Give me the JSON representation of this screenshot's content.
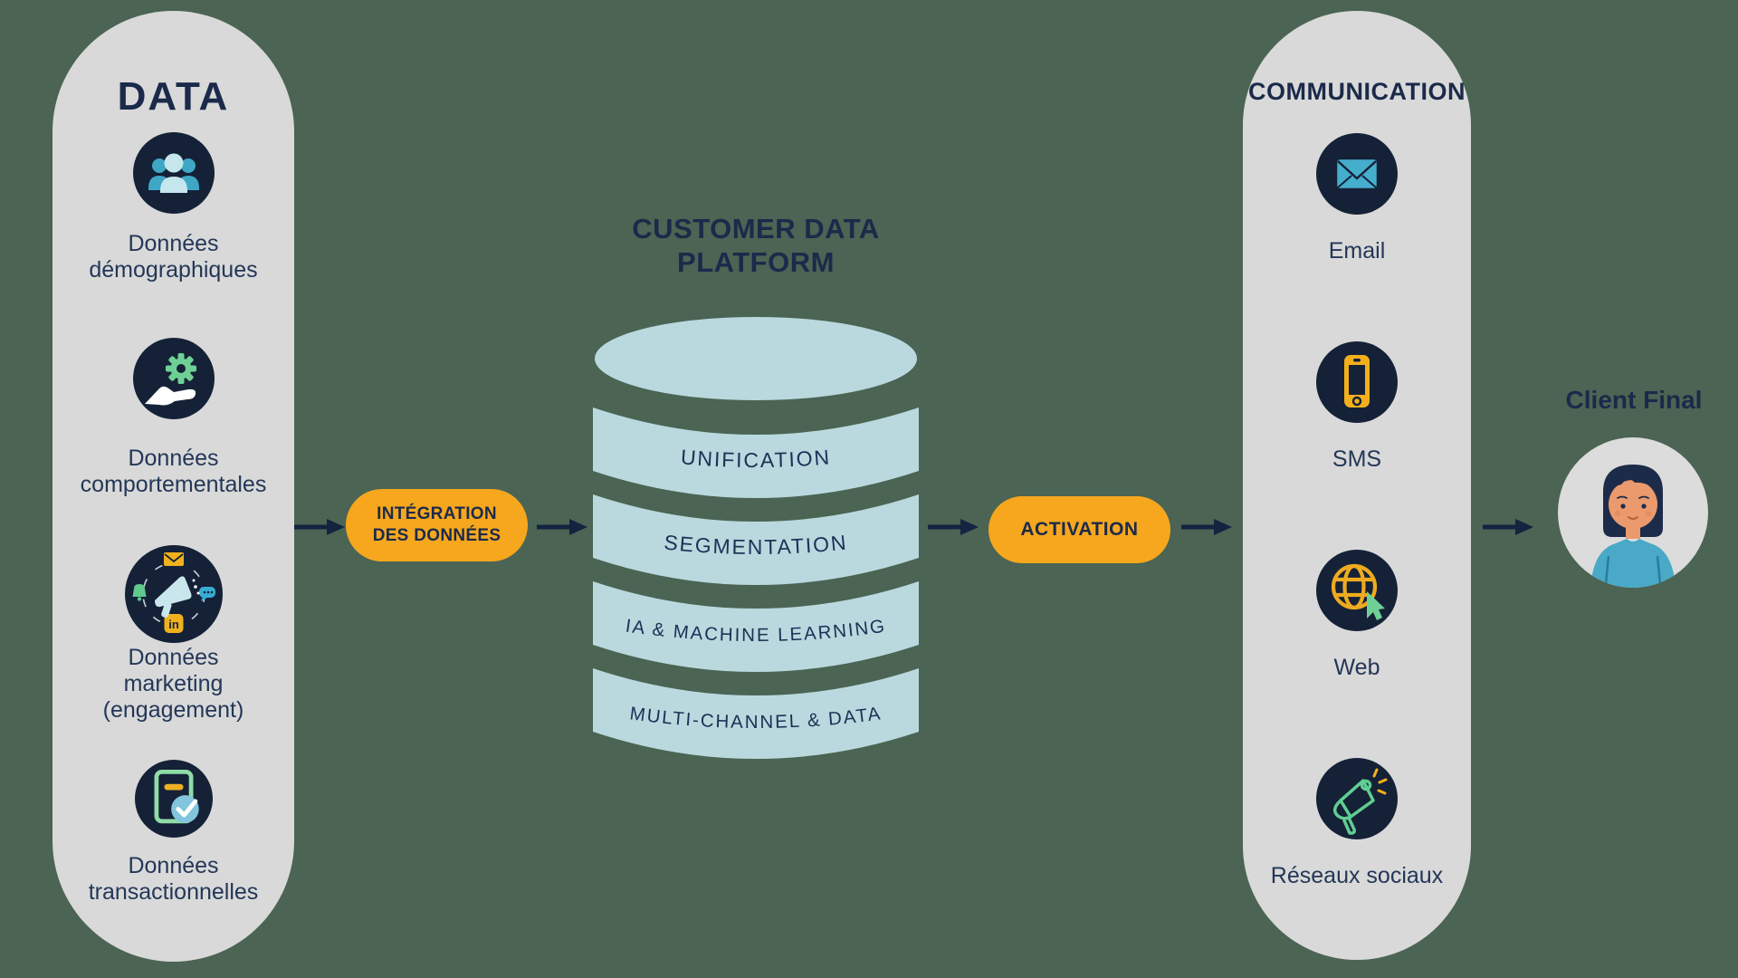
{
  "background_color": "#4b6453",
  "accent_colors": {
    "navy_text": "#1b2a4a",
    "icon_circle_navy": "#152137",
    "orange_pill": "#f6a71e",
    "cylinder_teal": "#b9d9de",
    "column_gray": "#d9d9d9"
  },
  "data_column": {
    "title": "DATA",
    "items": [
      {
        "icon": "users-group-icon",
        "label_lines": [
          "Données",
          "démographiques"
        ]
      },
      {
        "icon": "hand-gear-icon",
        "label_lines": [
          "Données",
          "comportementales"
        ]
      },
      {
        "icon": "marketing-channels-icon",
        "label_lines": [
          "Données",
          "marketing",
          "(engagement)"
        ]
      },
      {
        "icon": "document-check-icon",
        "label_lines": [
          "Données",
          "transactionnelles"
        ]
      }
    ]
  },
  "integration_pill": {
    "label_lines": [
      "INTÉGRATION",
      "DES DONNÉES"
    ]
  },
  "cdp": {
    "title_lines": [
      "CUSTOMER DATA",
      "PLATFORM"
    ],
    "layers": [
      "UNIFICATION",
      "SEGMENTATION",
      "IA & MACHINE LEARNING",
      "MULTI-CHANNEL & DATA"
    ]
  },
  "activation_pill": {
    "label": "ACTIVATION"
  },
  "communication_column": {
    "title": "COMMUNICATION",
    "items": [
      {
        "icon": "email-icon",
        "label": "Email"
      },
      {
        "icon": "sms-phone-icon",
        "label": "SMS"
      },
      {
        "icon": "web-globe-cursor-icon",
        "label": "Web"
      },
      {
        "icon": "social-megaphone-icon",
        "label": "Réseaux sociaux"
      }
    ]
  },
  "client": {
    "title": "Client Final"
  },
  "linkedin_badge": "in"
}
